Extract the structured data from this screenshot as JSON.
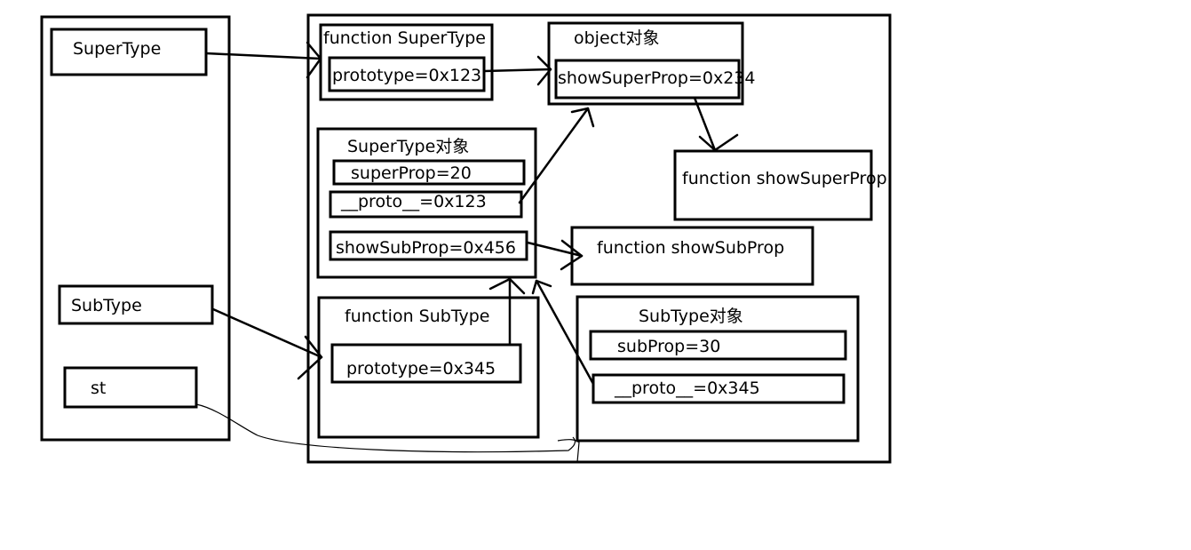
{
  "stack": {
    "supertype_label": "SuperType",
    "subtype_label": "SubType",
    "st_label": "st"
  },
  "heap": {
    "function_supertype": {
      "title": "function SuperType",
      "prototype": "prototype=0x123"
    },
    "object_obj": {
      "title": "object对象",
      "show_super_prop": "showSuperProp=0x234"
    },
    "supertype_obj": {
      "title": "SuperType对象",
      "super_prop": "superProp=20",
      "proto": "__proto__=0x123",
      "show_sub_prop": "showSubProp=0x456"
    },
    "function_showsuperprop": {
      "title": "function showSuperProp"
    },
    "function_showsubprop": {
      "title": "function showSubProp"
    },
    "function_subtype": {
      "title": "function SubType",
      "prototype": "prototype=0x345"
    },
    "subtype_obj": {
      "title": "SubType对象",
      "sub_prop": "subProp=30",
      "proto": "__proto__=0x345"
    }
  }
}
